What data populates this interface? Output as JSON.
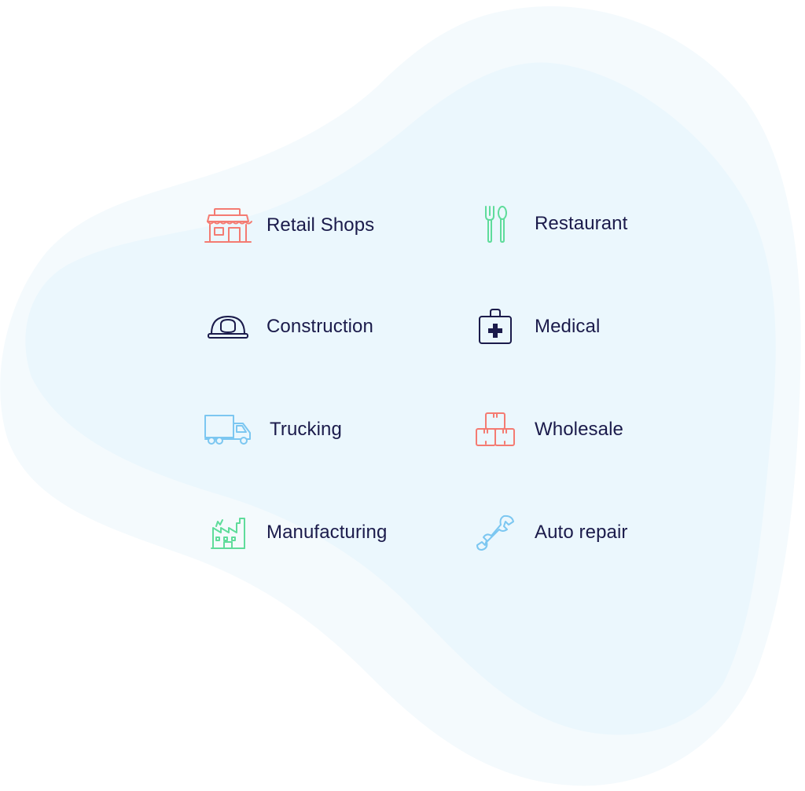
{
  "industries": [
    {
      "label": "Retail Shops",
      "icon": "store-icon",
      "color": "#f47b72"
    },
    {
      "label": "Restaurant",
      "icon": "fork-spoon-icon",
      "color": "#5fdc9b"
    },
    {
      "label": "Construction",
      "icon": "hard-hat-icon",
      "color": "#1b1b4b"
    },
    {
      "label": "Medical",
      "icon": "medical-kit-icon",
      "color": "#1b1b4b"
    },
    {
      "label": "Trucking",
      "icon": "truck-icon",
      "color": "#7cc7f1"
    },
    {
      "label": "Wholesale",
      "icon": "boxes-icon",
      "color": "#f47b72"
    },
    {
      "label": "Manufacturing",
      "icon": "factory-icon",
      "color": "#5fdc9b"
    },
    {
      "label": "Auto repair",
      "icon": "wrench-icon",
      "color": "#7cc7f1"
    }
  ],
  "colors": {
    "blob_outer": "#f4fafd",
    "blob_inner": "#ebf7fd",
    "text": "#1b1b4b"
  }
}
